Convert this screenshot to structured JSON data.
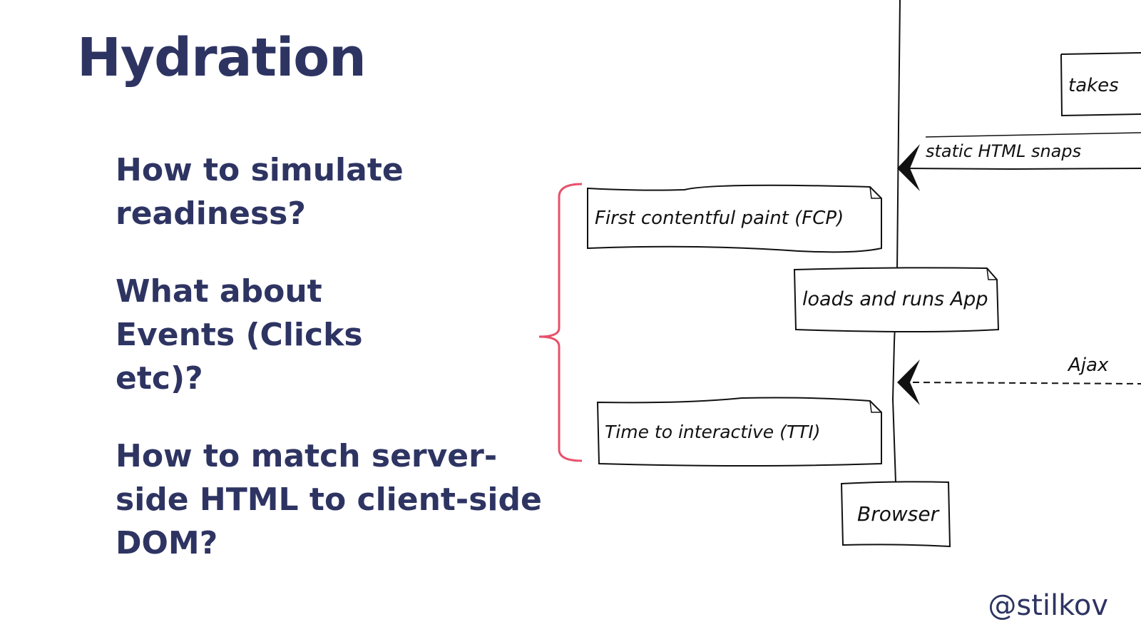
{
  "slide": {
    "title": "Hydration",
    "questions": [
      "How to simulate readiness?",
      "What about Events (Clicks etc)?",
      "How to match server-side HTML to client-side DOM?"
    ],
    "handle": "@stilkov",
    "bracket_color": "#e8506a",
    "text_color": "#2e3462"
  },
  "diagram": {
    "notes": {
      "takes": "takes",
      "fcp": "First contentful paint (FCP)",
      "loads": "loads and runs App",
      "tti": "Time to interactive (TTI)"
    },
    "messages": {
      "static_html": "static HTML snaps",
      "ajax": "Ajax"
    },
    "participant": "Browser"
  }
}
